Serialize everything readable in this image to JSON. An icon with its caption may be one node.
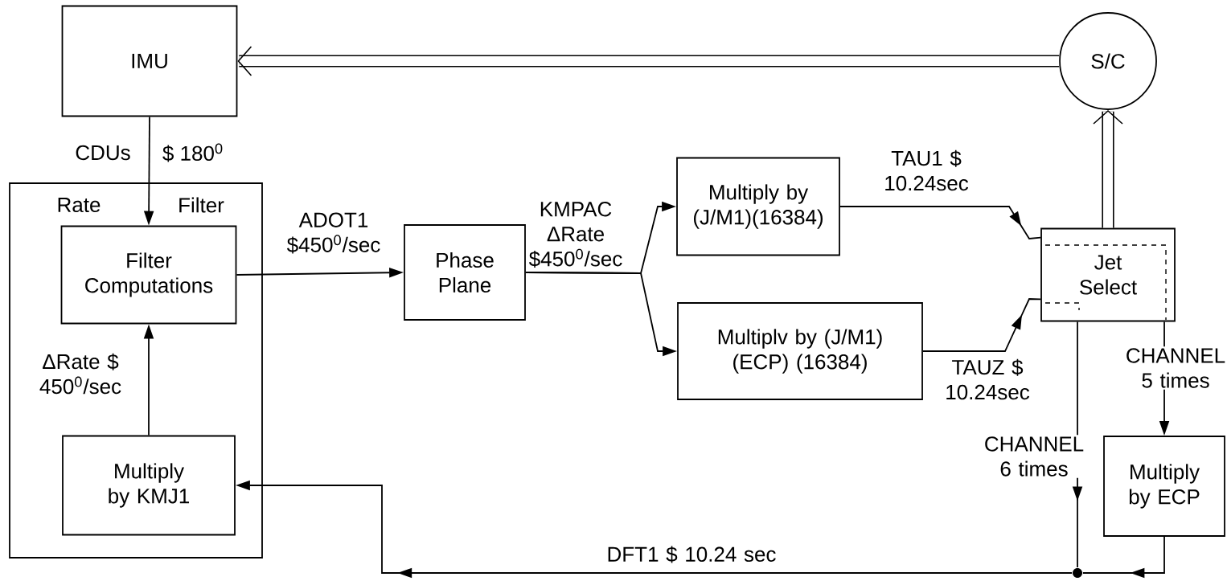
{
  "diagram": {
    "nodes": [
      {
        "text": [
          "IMU"
        ]
      },
      {
        "text": [
          "S/C"
        ]
      },
      {
        "text": [
          "Rate",
          "Filter"
        ]
      },
      {
        "text": [
          "Filter Computations"
        ],
        "in": 2
      },
      {
        "text": [
          "Multiply by KMJ1"
        ],
        "in": 2
      },
      {
        "text": [
          "Phase Plane"
        ]
      },
      {
        "text": [
          "Multiply by (J/M1)(16384)"
        ]
      },
      {
        "text": [
          "Multiplv by (J/M1) (ECP) (16384)"
        ]
      },
      {
        "text": [
          "Jet Select"
        ]
      },
      {
        "text": [
          "Multiply by ECP"
        ]
      },
      {
        "text": [],
        "shape": "circle"
      }
    ],
    "edges": [
      {
        "from": 1,
        "to": 0,
        "arrow": "to",
        "style": "thick"
      },
      {
        "from": 8,
        "to": 1,
        "arrow": "to",
        "style": "thick"
      },
      {
        "from": 0,
        "to": 3,
        "arrow": "to",
        "label": "CDUs"
      },
      {
        "from": 4,
        "to": 3,
        "arrow": "to",
        "label": "ΔRate $ 450$^{0}$/sec"
      },
      {
        "from": 3,
        "to": 5,
        "arrow": "to",
        "label": "ADOT1 $450$^{0}$/sec"
      },
      {
        "from": 5,
        "to": 6,
        "arrow": "to",
        "label": "KMPAC ΔRate $450$^{0}$/sec"
      },
      {
        "from": 5,
        "to": 7,
        "arrow": "to"
      },
      {
        "from": 6,
        "to": 8,
        "arrow": "to",
        "label": "TAU1 $ 10.24sec"
      },
      {
        "from": 7,
        "to": 8,
        "arrow": "to",
        "label": "TAUZ $ 10.24sec"
      },
      {
        "from": 8,
        "to": 10,
        "arrow": "to",
        "label": "CHANNEL 6 times"
      },
      {
        "from": 8,
        "to": 9,
        "arrow": "to",
        "label": "CHANNEL 5 times"
      },
      {
        "from": 9,
        "to": 10,
        "arrow": "to"
      },
      {
        "from": 10,
        "to": 4,
        "arrow": "to",
        "label": "DFT1 $ 10.24 sec"
      }
    ],
    "labels": [
      "$ 180$^{0}$"
    ]
  }
}
